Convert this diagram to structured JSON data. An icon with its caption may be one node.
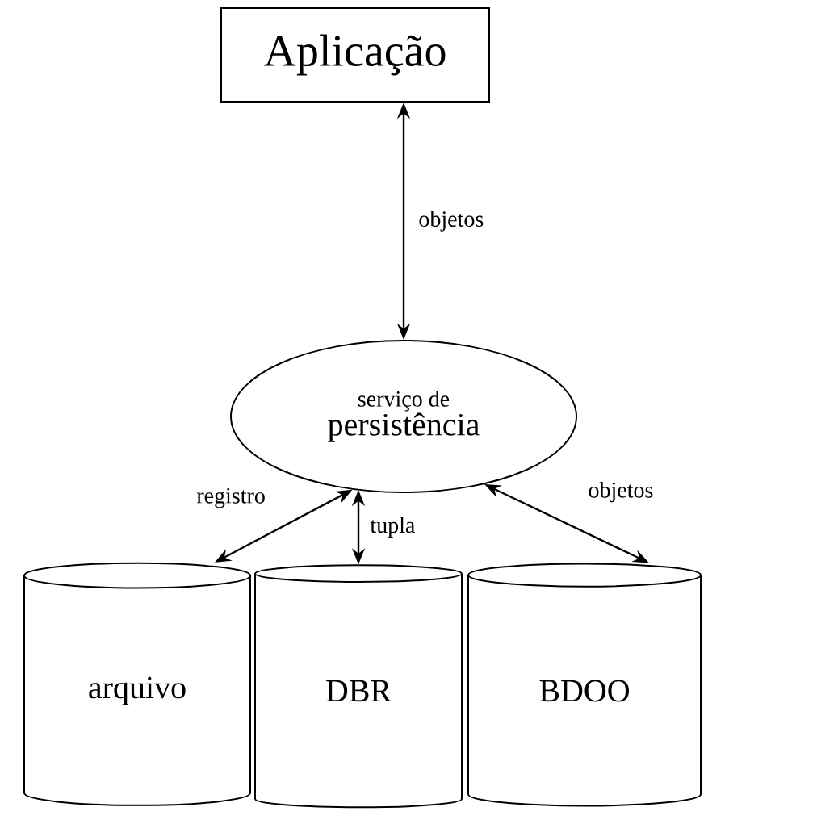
{
  "diagram": {
    "nodes": [
      {
        "text": [
          "Aplicação"
        ]
      },
      {
        "text": [
          "serviço de",
          "persistência"
        ]
      },
      {
        "text": [
          "arquivo"
        ]
      },
      {
        "text": [
          "DBR"
        ]
      },
      {
        "text": [
          "BDOO"
        ]
      }
    ],
    "edges": [
      {
        "from": 0,
        "to": 1,
        "arrow": "both",
        "label": "objetos"
      },
      {
        "from": 1,
        "to": 2,
        "arrow": "both",
        "label": "registro"
      },
      {
        "from": 1,
        "to": 3,
        "arrow": "both",
        "label": "tupla"
      },
      {
        "from": 1,
        "to": 4,
        "arrow": "both",
        "label": "objetos"
      }
    ]
  }
}
